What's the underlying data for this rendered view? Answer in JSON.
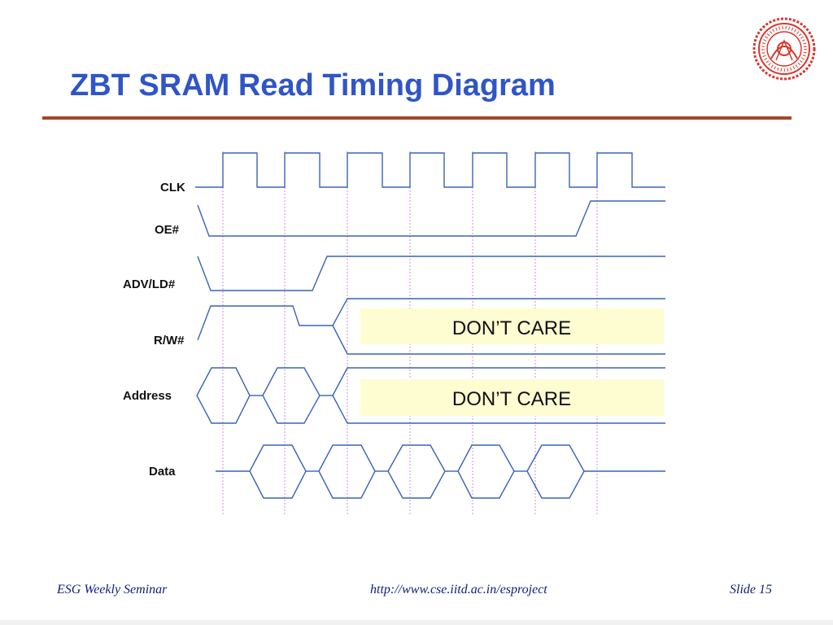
{
  "slide": {
    "title": "ZBT SRAM Read Timing Diagram"
  },
  "diagram": {
    "signals": [
      "CLK",
      "OE#",
      "ADV/LD#",
      "R/W#",
      "Address",
      "Data"
    ],
    "dont_care_label": "DON’T CARE",
    "colors": {
      "waveform": "#3a63b8",
      "clock_guide": "#d08be0",
      "dont_care_fill": "#fefdd2",
      "title": "#2f55c8",
      "rule": "#a5462b",
      "footer": "#0d1f7a"
    }
  },
  "footer": {
    "left": "ESG Weekly Seminar",
    "center": "http://www.cse.iitd.ac.in/esproject",
    "right": "Slide 15"
  }
}
